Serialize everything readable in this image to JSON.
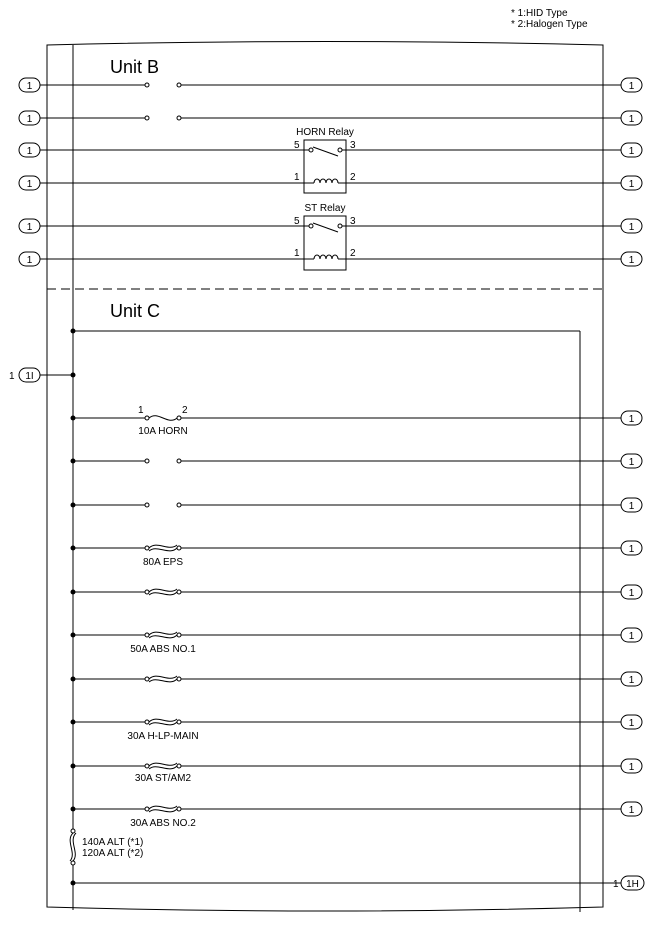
{
  "notes": [
    "* 1:HID Type",
    "* 2:Halogen Type"
  ],
  "unit_b": {
    "title": "Unit B",
    "connector_label": "1",
    "horn_relay": {
      "title": "HORN Relay",
      "pin_5": "5",
      "pin_3": "3",
      "pin_1": "1",
      "pin_2": "2"
    },
    "st_relay": {
      "title": "ST Relay",
      "pin_5": "5",
      "pin_3": "3",
      "pin_1": "1",
      "pin_2": "2"
    }
  },
  "unit_c": {
    "title": "Unit C",
    "left_connector": {
      "pin": "1",
      "label": "1I"
    },
    "bottom_connector": {
      "pin": "1",
      "label": "1H"
    },
    "connector_label": "1",
    "horn_fuse": {
      "label": "10A HORN",
      "pin_1": "1",
      "pin_2": "2"
    },
    "fuses": {
      "eps": "80A EPS",
      "abs1": "50A ABS NO.1",
      "hlp_main": "30A H-LP-MAIN",
      "st_am2": "30A ST/AM2",
      "abs2": "30A ABS NO.2"
    },
    "alt_fuse": {
      "line1": "140A ALT (*1)",
      "line2": "120A ALT (*2)"
    }
  }
}
